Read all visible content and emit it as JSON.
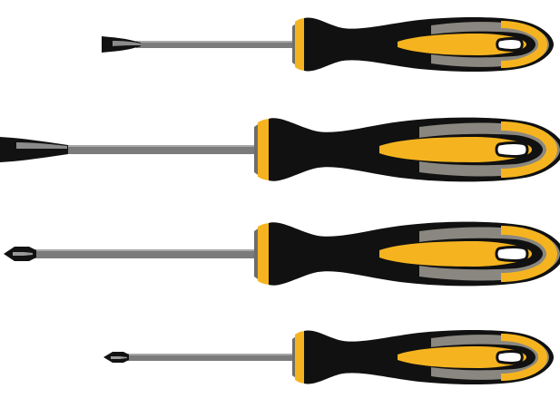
{
  "scene": {
    "background": "#ffffff",
    "subject": "screwdriver set",
    "palette": {
      "handle_black": "#111111",
      "handle_grip_gray": "#8a8780",
      "handle_accent_yellow": "#f5b41f",
      "shaft_gray": "#7b7b7b",
      "shaft_highlight": "#a9a9a9",
      "tip_dark": "#121212"
    }
  },
  "tools": [
    {
      "id": "slotted-short",
      "tip_type": "flat",
      "size": "small"
    },
    {
      "id": "slotted-long",
      "tip_type": "flat",
      "size": "large"
    },
    {
      "id": "phillips-long",
      "tip_type": "phillips",
      "size": "large"
    },
    {
      "id": "phillips-short",
      "tip_type": "phillips",
      "size": "small"
    }
  ]
}
